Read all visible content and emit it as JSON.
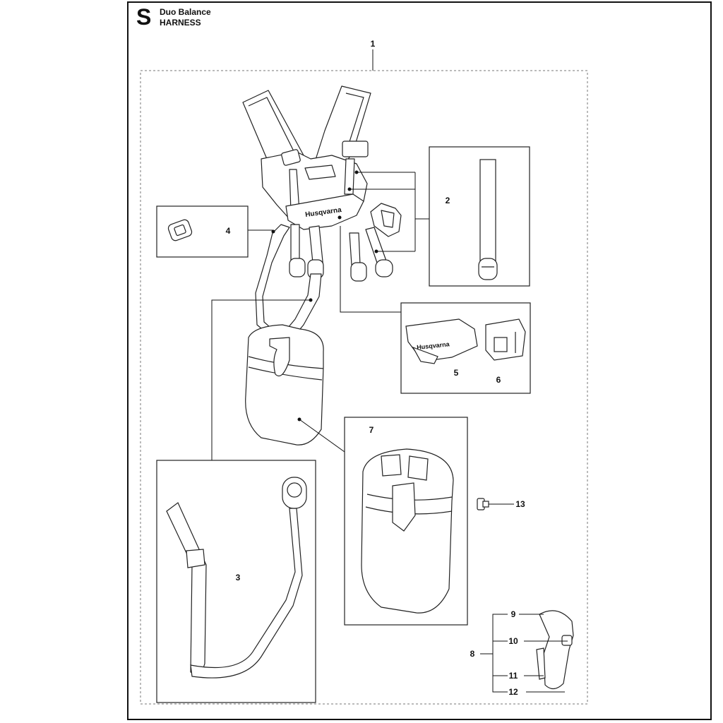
{
  "header": {
    "section_letter": "S",
    "product": "Duo Balance",
    "title": "HARNESS"
  },
  "logo_text": "Husqvarna",
  "callouts": {
    "c1": "1",
    "c2": "2",
    "c3": "3",
    "c4": "4",
    "c5": "5",
    "c6": "6",
    "c7": "7",
    "c8": "8",
    "c9": "9",
    "c10": "10",
    "c11": "11",
    "c12": "12",
    "c13": "13"
  }
}
